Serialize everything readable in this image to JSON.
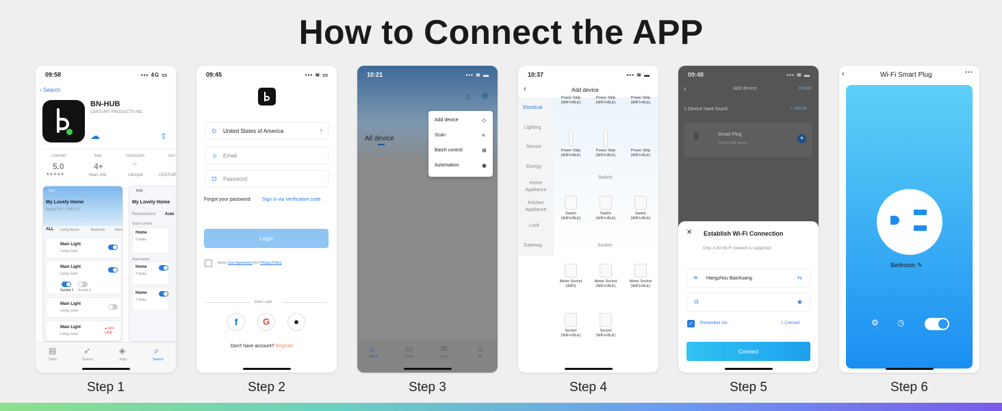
{
  "title": "How to Connect the APP",
  "steps": [
    "Step 1",
    "Step 2",
    "Step 3",
    "Step 4",
    "Step 5",
    "Step 6"
  ],
  "p1": {
    "time": "09:58",
    "net": "4G",
    "back": "Search",
    "app_name": "BN-HUB",
    "developer": "CENTURY PRODUCTS INC",
    "rating_label": "1 RATING",
    "rating": "5.0",
    "stars": "★★★★★",
    "age_label": "AGE",
    "age": "4+",
    "age_sub": "Years Old",
    "category_label": "CATEGORY",
    "category": "Lifestyle",
    "dev_label": "DEV",
    "dev": "CENTUR",
    "shot_time": "9:41",
    "shot_home": "My Lovely Home",
    "shot_weather": "Sunny 26°C | PM2.5 9",
    "tab_all": "ALL",
    "tab_living": "Living Room",
    "tab_bed": "Bedroom",
    "tab_kitchen": "Kitch",
    "dev1": "Main Light",
    "dev1_sub": "Living room",
    "dev2": "Main Light",
    "dev2_sub": "Living room",
    "socket1": "Socket 1",
    "socket2": "Socket 2",
    "dev3": "Main Light",
    "dev3_sub": "Living room",
    "dev4": "Main Light",
    "dev4_sub": "Living room",
    "offline": "● OFF LINE",
    "shot2_time": "9:41",
    "shot2_home": "My Lovely Home",
    "shot2_rec": "Recommend",
    "shot2_auto": "Auto",
    "batch": "Batch control",
    "home_label": "Home",
    "tasks": "2 tasks",
    "automation": "Automation",
    "nav": [
      "Today",
      "Games",
      "Apps",
      "Search"
    ]
  },
  "p2": {
    "time": "09:45",
    "country": "United States of America",
    "email_ph": "Email",
    "password_ph": "Password",
    "forgot": "Forgot your password",
    "verify": "Sign in via Verification code",
    "login": "Login",
    "agree": "Agree",
    "user_agreement": "User Agreement",
    "and": "And",
    "privacy": "Privacy Policy",
    "quick_login": "Quick Login",
    "no_account": "Don't have account?",
    "register": "Register"
  },
  "p3": {
    "time": "10:21",
    "all_device": "All device",
    "menu": [
      "Add device",
      "Scan",
      "Batch control",
      "Automation"
    ],
    "nav": [
      "Home",
      "Scene",
      "Shop",
      "Me"
    ]
  },
  "p4": {
    "time": "10:37",
    "title": "Add device",
    "cats": [
      "Electrical",
      "Lighting",
      "Sensor",
      "Energy",
      "Home Appliance",
      "Kitchen Appliance",
      "Lock",
      "Gateway"
    ],
    "strip": "Power Strip",
    "wifible": "(WIFI+BLE)",
    "switch_section": "Switch",
    "switch": "Switch",
    "socket_section": "Socket",
    "meter_socket": "Meter Socket",
    "wifi": "(WIFI)",
    "socket": "Socket"
  },
  "p5": {
    "time": "09:48",
    "title": "Add device",
    "finish": "Finish",
    "found": "1 Device have found",
    "add_all": "+ Add all",
    "plug": "Smart Plug",
    "plug_sub": "Click to Add device",
    "dialog_title": "Establish Wi-Fi Connection",
    "dialog_sub": "Only 2.4G Wi-Fi network is supported",
    "ssid": "Hangzhou Baichuang",
    "remember": "Remember me",
    "connect_link": "Connect",
    "connect_btn": "Connect"
  },
  "p6": {
    "title": "Wi-Fi Smart Plug",
    "room": "Bedroom"
  }
}
